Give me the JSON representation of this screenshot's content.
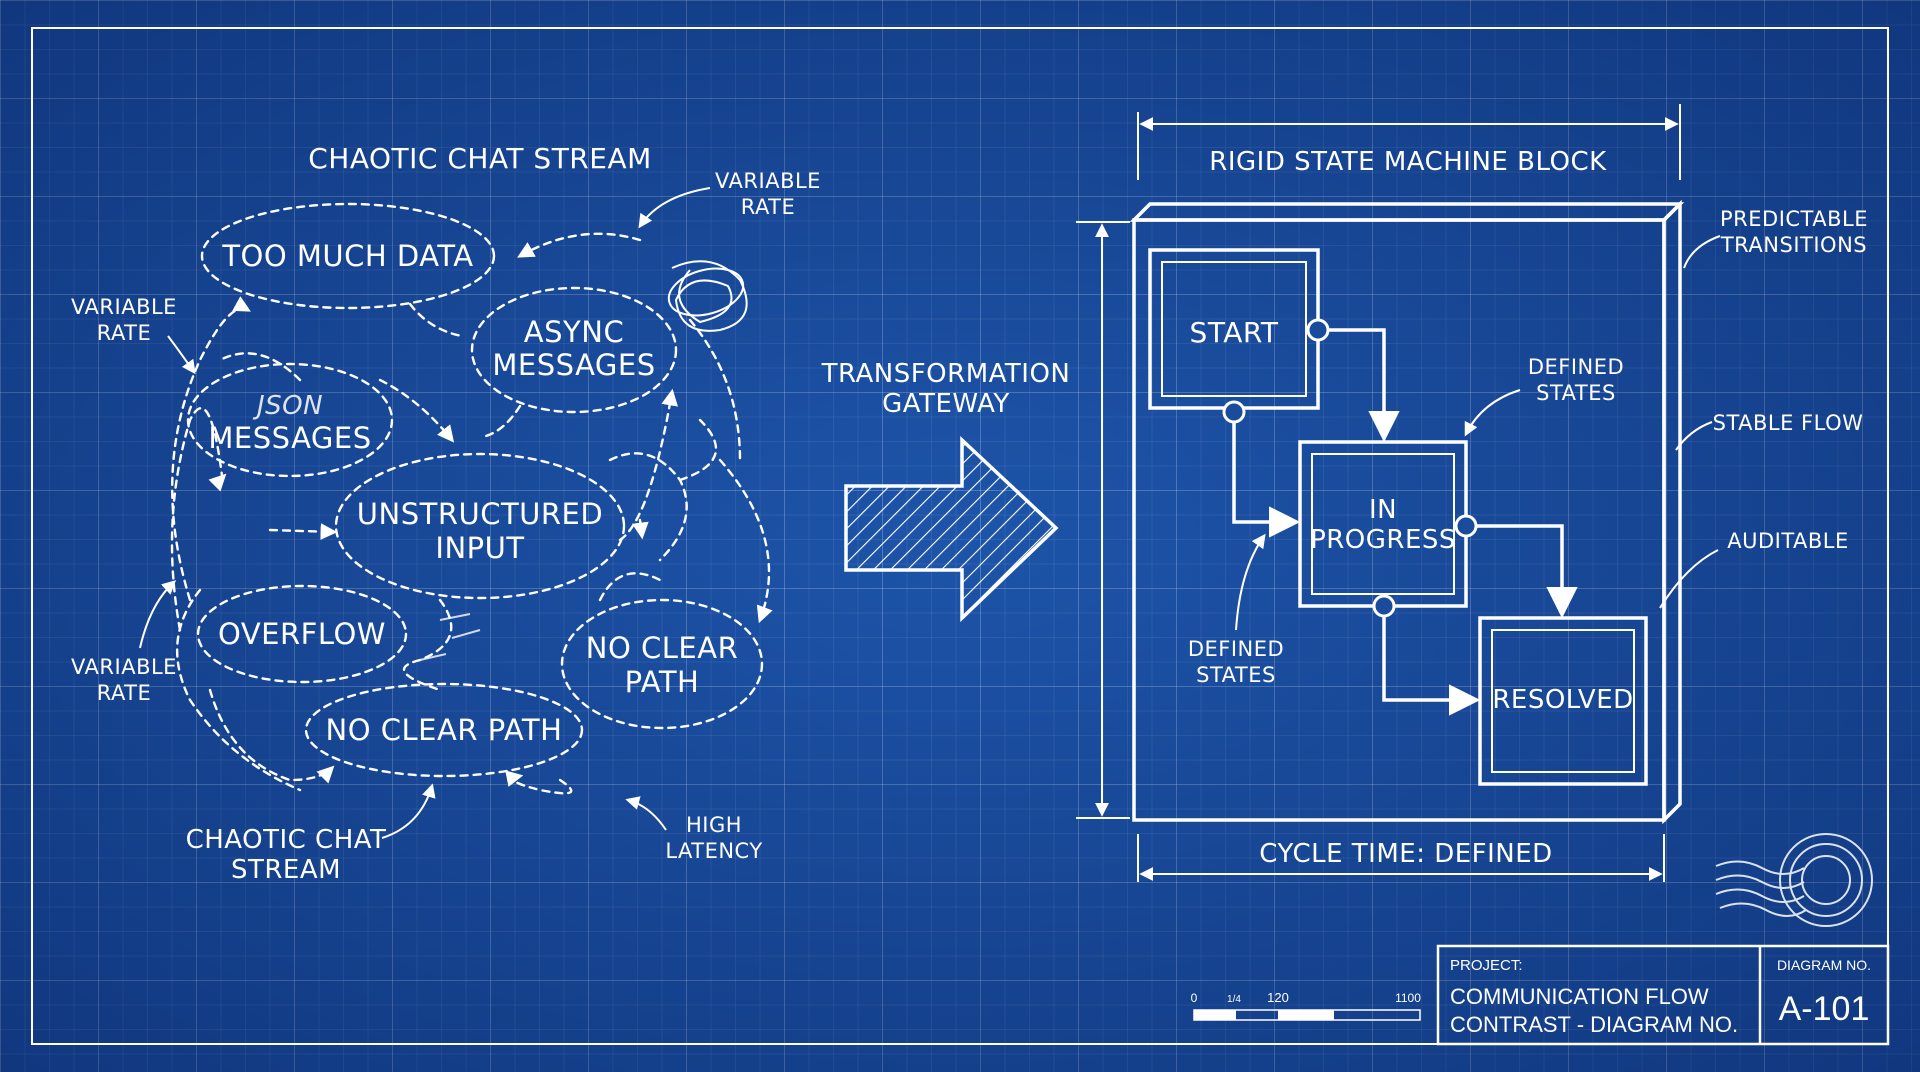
{
  "left": {
    "title": "CHAOTIC CHAT STREAM",
    "bubbles": {
      "too_much_data": "TOO MUCH DATA",
      "async_1": "ASYNC",
      "async_2": "MESSAGES",
      "json_scribble": "JSON",
      "json_messages": "MESSAGES",
      "unstructured_1": "UNSTRUCTURED",
      "unstructured_2": "INPUT",
      "overflow": "OVERFLOW",
      "no_clear_path_right_1": "NO CLEAR",
      "no_clear_path_right_2": "PATH",
      "no_clear_path_bottom": "NO CLEAR PATH"
    },
    "annotations": {
      "variable_rate_top_1": "VARIABLE",
      "variable_rate_top_2": "RATE",
      "variable_rate_left_1": "VARIABLE",
      "variable_rate_left_2": "RATE",
      "variable_rate_low_1": "VARIABLE",
      "variable_rate_low_2": "RATE",
      "chaotic_bottom_1": "CHAOTIC CHAT",
      "chaotic_bottom_2": "STREAM",
      "high_latency_1": "HIGH",
      "high_latency_2": "LATENCY"
    }
  },
  "gateway": {
    "label_1": "TRANSFORMATION",
    "label_2": "GATEWAY"
  },
  "right": {
    "title": "RIGID STATE MACHINE BLOCK",
    "states": {
      "start": "START",
      "in_progress_1": "IN",
      "in_progress_2": "PROGRESS",
      "resolved": "RESOLVED"
    },
    "annotations": {
      "predictable_1": "PREDICTABLE",
      "predictable_2": "TRANSITIONS",
      "defined_states_top_1": "DEFINED",
      "defined_states_top_2": "STATES",
      "defined_states_left_1": "DEFINED",
      "defined_states_left_2": "STATES",
      "stable_flow": "STABLE FLOW",
      "auditable": "AUDITABLE",
      "cycle_time": "CYCLE TIME: DEFINED"
    }
  },
  "scale_bar": {
    "ticks": [
      "0",
      "1/4",
      "120",
      "1100"
    ]
  },
  "title_block": {
    "project_label": "PROJECT:",
    "project_line_1": "COMMUNICATION FLOW",
    "project_line_2": "CONTRAST - DIAGRAM NO.",
    "diagram_label": "DIAGRAM NO.",
    "diagram_number": "A-101"
  },
  "colors": {
    "background": "#1a4c9c",
    "line": "#ffffff"
  }
}
